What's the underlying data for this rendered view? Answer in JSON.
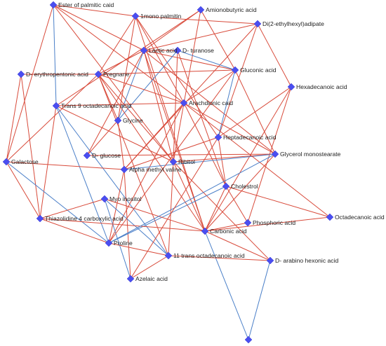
{
  "colors": {
    "node": "#4a4ef0",
    "edge_positive": "#d84a3a",
    "edge_negative": "#4a7fc8",
    "label": "#222222"
  },
  "nodes": [
    {
      "id": "ester",
      "label": "Ester of palmitic caid"
    },
    {
      "id": "monopalm",
      "label": "1mono palmitin"
    },
    {
      "id": "aminobut",
      "label": "Amionobutyric acid"
    },
    {
      "id": "diethyl",
      "label": "Di(2-ethylhexyl)adipate"
    },
    {
      "id": "lactic",
      "label": "Lactic acid"
    },
    {
      "id": "turanose",
      "label": "D- turanose"
    },
    {
      "id": "erythro",
      "label": "D- erythropentonic acid"
    },
    {
      "id": "pregnane",
      "label": "Pregnane"
    },
    {
      "id": "gluconic",
      "label": "Gluconic acid"
    },
    {
      "id": "hexadec",
      "label": "Hexadecanoic acid"
    },
    {
      "id": "trans9",
      "label": "Trans 9 octadecanoic acid"
    },
    {
      "id": "arachid",
      "label": "Arachdionic caid"
    },
    {
      "id": "glycine",
      "label": "Glycine"
    },
    {
      "id": "heptadec",
      "label": "Heptadecanoic acid"
    },
    {
      "id": "dglucose",
      "label": "D- glucose"
    },
    {
      "id": "glycmono",
      "label": "Glycerol monostearate"
    },
    {
      "id": "galactose",
      "label": "Galactose"
    },
    {
      "id": "ribitol",
      "label": "Ribitol"
    },
    {
      "id": "alpha",
      "label": "Alpha methyl valine"
    },
    {
      "id": "cholestrol",
      "label": "Cholestrol"
    },
    {
      "id": "myo",
      "label": "Myo inositol"
    },
    {
      "id": "thiazol",
      "label": "Thiazolidine 4 carboxylic acid"
    },
    {
      "id": "octadec",
      "label": "Octadecanoic acid"
    },
    {
      "id": "phosphoric",
      "label": "Phosphoric acid"
    },
    {
      "id": "carbonic",
      "label": "Carbonic acid"
    },
    {
      "id": "proline",
      "label": "Proline"
    },
    {
      "id": "trans11",
      "label": "11 trans octadecanoic acid"
    },
    {
      "id": "arabino",
      "label": "D- arabino hexonic acid"
    },
    {
      "id": "azelaic",
      "label": "Azelaic acid"
    },
    {
      "id": "unlabeled",
      "label": ""
    }
  ],
  "edges": [
    {
      "source": "ester",
      "target": "galactose",
      "sign": "positive"
    },
    {
      "source": "ester",
      "target": "monopalm",
      "sign": "positive"
    },
    {
      "source": "ester",
      "target": "lactic",
      "sign": "positive"
    },
    {
      "source": "ester",
      "target": "arachid",
      "sign": "positive"
    },
    {
      "source": "ester",
      "target": "ribitol",
      "sign": "positive"
    },
    {
      "source": "ester",
      "target": "trans9",
      "sign": "negative"
    },
    {
      "source": "monopalm",
      "target": "diethyl",
      "sign": "positive"
    },
    {
      "source": "monopalm",
      "target": "pregnane",
      "sign": "positive"
    },
    {
      "source": "monopalm",
      "target": "arachid",
      "sign": "positive"
    },
    {
      "source": "monopalm",
      "target": "heptadec",
      "sign": "positive"
    },
    {
      "source": "monopalm",
      "target": "glycine",
      "sign": "positive"
    },
    {
      "source": "monopalm",
      "target": "carbonic",
      "sign": "positive"
    },
    {
      "source": "aminobut",
      "target": "lactic",
      "sign": "positive"
    },
    {
      "source": "aminobut",
      "target": "trans9",
      "sign": "positive"
    },
    {
      "source": "aminobut",
      "target": "gluconic",
      "sign": "positive"
    },
    {
      "source": "aminobut",
      "target": "ribitol",
      "sign": "positive"
    },
    {
      "source": "diethyl",
      "target": "lactic",
      "sign": "positive"
    },
    {
      "source": "diethyl",
      "target": "hexadec",
      "sign": "positive"
    },
    {
      "source": "diethyl",
      "target": "heptadec",
      "sign": "positive"
    },
    {
      "source": "diethyl",
      "target": "alpha",
      "sign": "positive"
    },
    {
      "source": "lactic",
      "target": "turanose",
      "sign": "positive"
    },
    {
      "source": "lactic",
      "target": "pregnane",
      "sign": "positive"
    },
    {
      "source": "lactic",
      "target": "gluconic",
      "sign": "positive"
    },
    {
      "source": "lactic",
      "target": "glycine",
      "sign": "negative"
    },
    {
      "source": "lactic",
      "target": "dglucose",
      "sign": "positive"
    },
    {
      "source": "lactic",
      "target": "ribitol",
      "sign": "positive"
    },
    {
      "source": "lactic",
      "target": "glycmono",
      "sign": "positive"
    },
    {
      "source": "lactic",
      "target": "carbonic",
      "sign": "positive"
    },
    {
      "source": "turanose",
      "target": "gluconic",
      "sign": "negative"
    },
    {
      "source": "turanose",
      "target": "glycine",
      "sign": "negative"
    },
    {
      "source": "turanose",
      "target": "ribitol",
      "sign": "positive"
    },
    {
      "source": "turanose",
      "target": "cholestrol",
      "sign": "positive"
    },
    {
      "source": "erythro",
      "target": "pregnane",
      "sign": "positive"
    },
    {
      "source": "erythro",
      "target": "galactose",
      "sign": "positive"
    },
    {
      "source": "erythro",
      "target": "thiazol",
      "sign": "positive"
    },
    {
      "source": "pregnane",
      "target": "gluconic",
      "sign": "positive"
    },
    {
      "source": "pregnane",
      "target": "galactose",
      "sign": "positive"
    },
    {
      "source": "pregnane",
      "target": "ribitol",
      "sign": "positive"
    },
    {
      "source": "pregnane",
      "target": "glycine",
      "sign": "positive"
    },
    {
      "source": "pregnane",
      "target": "carbonic",
      "sign": "positive"
    },
    {
      "source": "pregnane",
      "target": "trans11",
      "sign": "positive"
    },
    {
      "source": "pregnane",
      "target": "arachid",
      "sign": "positive"
    },
    {
      "source": "gluconic",
      "target": "arachid",
      "sign": "positive"
    },
    {
      "source": "gluconic",
      "target": "heptadec",
      "sign": "negative"
    },
    {
      "source": "gluconic",
      "target": "glycmono",
      "sign": "positive"
    },
    {
      "source": "hexadec",
      "target": "heptadec",
      "sign": "positive"
    },
    {
      "source": "hexadec",
      "target": "carbonic",
      "sign": "positive"
    },
    {
      "source": "hexadec",
      "target": "phosphoric",
      "sign": "positive"
    },
    {
      "source": "trans9",
      "target": "arachid",
      "sign": "positive"
    },
    {
      "source": "trans9",
      "target": "ribitol",
      "sign": "positive"
    },
    {
      "source": "trans9",
      "target": "proline",
      "sign": "negative"
    },
    {
      "source": "trans9",
      "target": "trans11",
      "sign": "negative"
    },
    {
      "source": "trans9",
      "target": "thiazol",
      "sign": "positive"
    },
    {
      "source": "arachid",
      "target": "alpha",
      "sign": "positive"
    },
    {
      "source": "arachid",
      "target": "proline",
      "sign": "positive"
    },
    {
      "source": "arachid",
      "target": "cholestrol",
      "sign": "positive"
    },
    {
      "source": "arachid",
      "target": "glycmono",
      "sign": "positive"
    },
    {
      "source": "glycine",
      "target": "alpha",
      "sign": "positive"
    },
    {
      "source": "glycine",
      "target": "dglucose",
      "sign": "positive"
    },
    {
      "source": "heptadec",
      "target": "cholestrol",
      "sign": "positive"
    },
    {
      "source": "heptadec",
      "target": "alpha",
      "sign": "positive"
    },
    {
      "source": "dglucose",
      "target": "glycmono",
      "sign": "positive"
    },
    {
      "source": "glycmono",
      "target": "ribitol",
      "sign": "positive"
    },
    {
      "source": "glycmono",
      "target": "alpha",
      "sign": "negative"
    },
    {
      "source": "glycmono",
      "target": "carbonic",
      "sign": "positive"
    },
    {
      "source": "galactose",
      "target": "alpha",
      "sign": "positive"
    },
    {
      "source": "galactose",
      "target": "proline",
      "sign": "negative"
    },
    {
      "source": "galactose",
      "target": "thiazol",
      "sign": "positive"
    },
    {
      "source": "ribitol",
      "target": "carbonic",
      "sign": "positive"
    },
    {
      "source": "ribitol",
      "target": "trans11",
      "sign": "positive"
    },
    {
      "source": "ribitol",
      "target": "arabino",
      "sign": "positive"
    },
    {
      "source": "alpha",
      "target": "azelaic",
      "sign": "positive"
    },
    {
      "source": "alpha",
      "target": "proline",
      "sign": "positive"
    },
    {
      "source": "cholestrol",
      "target": "octadec",
      "sign": "positive"
    },
    {
      "source": "cholestrol",
      "target": "carbonic",
      "sign": "positive"
    },
    {
      "source": "cholestrol",
      "target": "proline",
      "sign": "negative"
    },
    {
      "source": "cholestrol",
      "target": "phosphoric",
      "sign": "positive"
    },
    {
      "source": "myo",
      "target": "azelaic",
      "sign": "negative"
    },
    {
      "source": "myo",
      "target": "thiazol",
      "sign": "positive"
    },
    {
      "source": "myo",
      "target": "trans11",
      "sign": "negative"
    },
    {
      "source": "myo",
      "target": "carbonic",
      "sign": "positive"
    },
    {
      "source": "thiazol",
      "target": "proline",
      "sign": "positive"
    },
    {
      "source": "thiazol",
      "target": "carbonic",
      "sign": "positive"
    },
    {
      "source": "octadec",
      "target": "carbonic",
      "sign": "positive"
    },
    {
      "source": "octadec",
      "target": "arachid",
      "sign": "positive"
    },
    {
      "source": "phosphoric",
      "target": "carbonic",
      "sign": "positive"
    },
    {
      "source": "carbonic",
      "target": "arabino",
      "sign": "positive"
    },
    {
      "source": "carbonic",
      "target": "unlabeled",
      "sign": "negative"
    },
    {
      "source": "proline",
      "target": "trans11",
      "sign": "positive"
    },
    {
      "source": "proline",
      "target": "glycmono",
      "sign": "negative"
    },
    {
      "source": "trans11",
      "target": "arabino",
      "sign": "positive"
    },
    {
      "source": "arabino",
      "target": "unlabeled",
      "sign": "negative"
    },
    {
      "source": "azelaic",
      "target": "trans11",
      "sign": "positive"
    },
    {
      "source": "proline",
      "target": "gluconic",
      "sign": "positive"
    },
    {
      "source": "azelaic",
      "target": "heptadec",
      "sign": "positive"
    }
  ]
}
